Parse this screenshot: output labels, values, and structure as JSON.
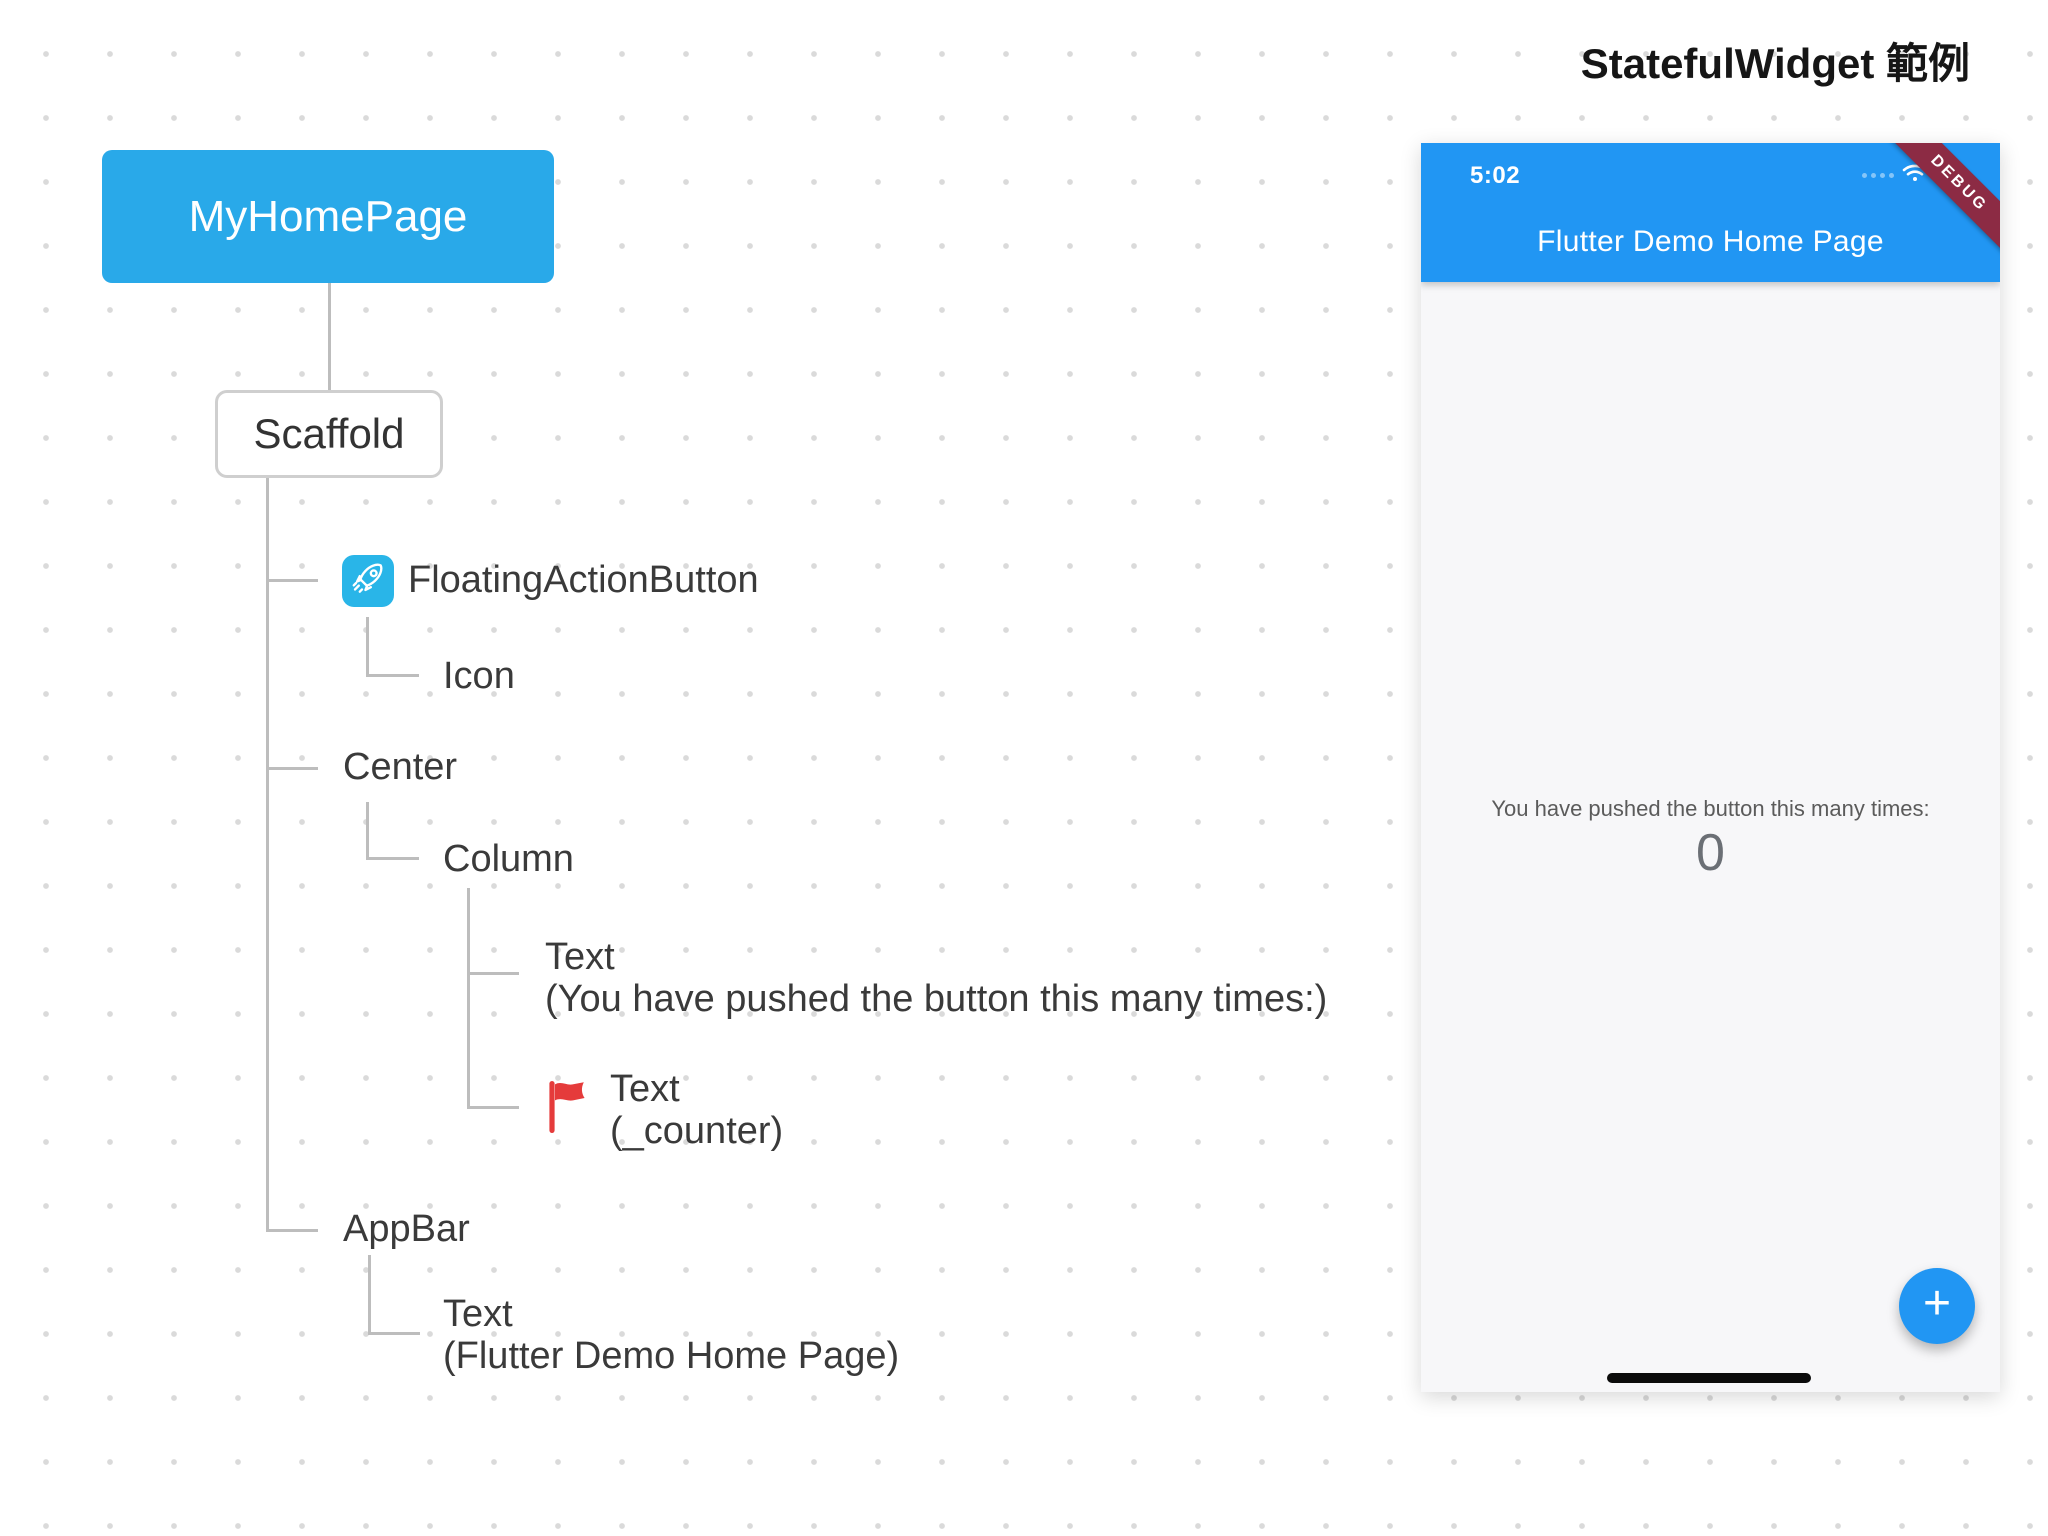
{
  "header": {
    "title": "StatefulWidget 範例"
  },
  "colors": {
    "diagram_node_blue": "#29a9e9",
    "icon_badge_cyan": "#29b5e8",
    "appbar_blue": "#2196f3",
    "fab_blue": "#2196f3",
    "debug_banner_maroon": "#8c2b44",
    "flag_red": "#e53b3b",
    "connector_gray": "#bdbdbd"
  },
  "tree": {
    "myhomepage": {
      "label": "MyHomePage"
    },
    "scaffold": {
      "label": "Scaffold"
    },
    "fab": {
      "label": "FloatingActionButton",
      "icon": "rocket-icon"
    },
    "fab_icon": {
      "label": "Icon"
    },
    "center": {
      "label": "Center"
    },
    "column": {
      "label": "Column"
    },
    "text_push": {
      "label": "Text",
      "sub": "(You have pushed the button this many times:)"
    },
    "text_counter": {
      "label": "Text",
      "sub": "(_counter)",
      "icon": "flag-icon"
    },
    "appbar": {
      "label": "AppBar"
    },
    "appbar_text": {
      "label": "Text",
      "sub": "(Flutter Demo Home Page)"
    }
  },
  "phone": {
    "status": {
      "time": "5:02"
    },
    "debug_banner": "DEBUG",
    "appbar_title": "Flutter Demo Home Page",
    "body": {
      "message": "You have pushed the button this many times:",
      "counter": "0"
    },
    "fab": {
      "label": "+"
    }
  }
}
